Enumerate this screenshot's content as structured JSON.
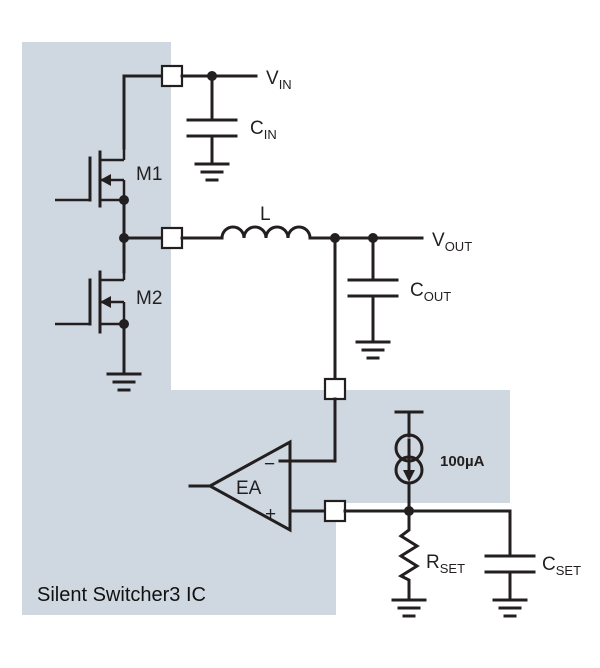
{
  "ic_label": "Silent Switcher3 IC",
  "labels": {
    "vin": "V",
    "vin_sub": "IN",
    "cin": "C",
    "cin_sub": "IN",
    "m1": "M1",
    "m2": "M2",
    "inductor": "L",
    "vout": "V",
    "vout_sub": "OUT",
    "cout": "C",
    "cout_sub": "OUT",
    "ea": "EA",
    "ea_minus": "−",
    "ea_plus": "+",
    "current_source": "100µA",
    "rset": "R",
    "rset_sub": "SET",
    "cset": "C",
    "cset_sub": "SET"
  },
  "colors": {
    "ic_fill": "#cfd8e0",
    "wire": "#231f20"
  }
}
